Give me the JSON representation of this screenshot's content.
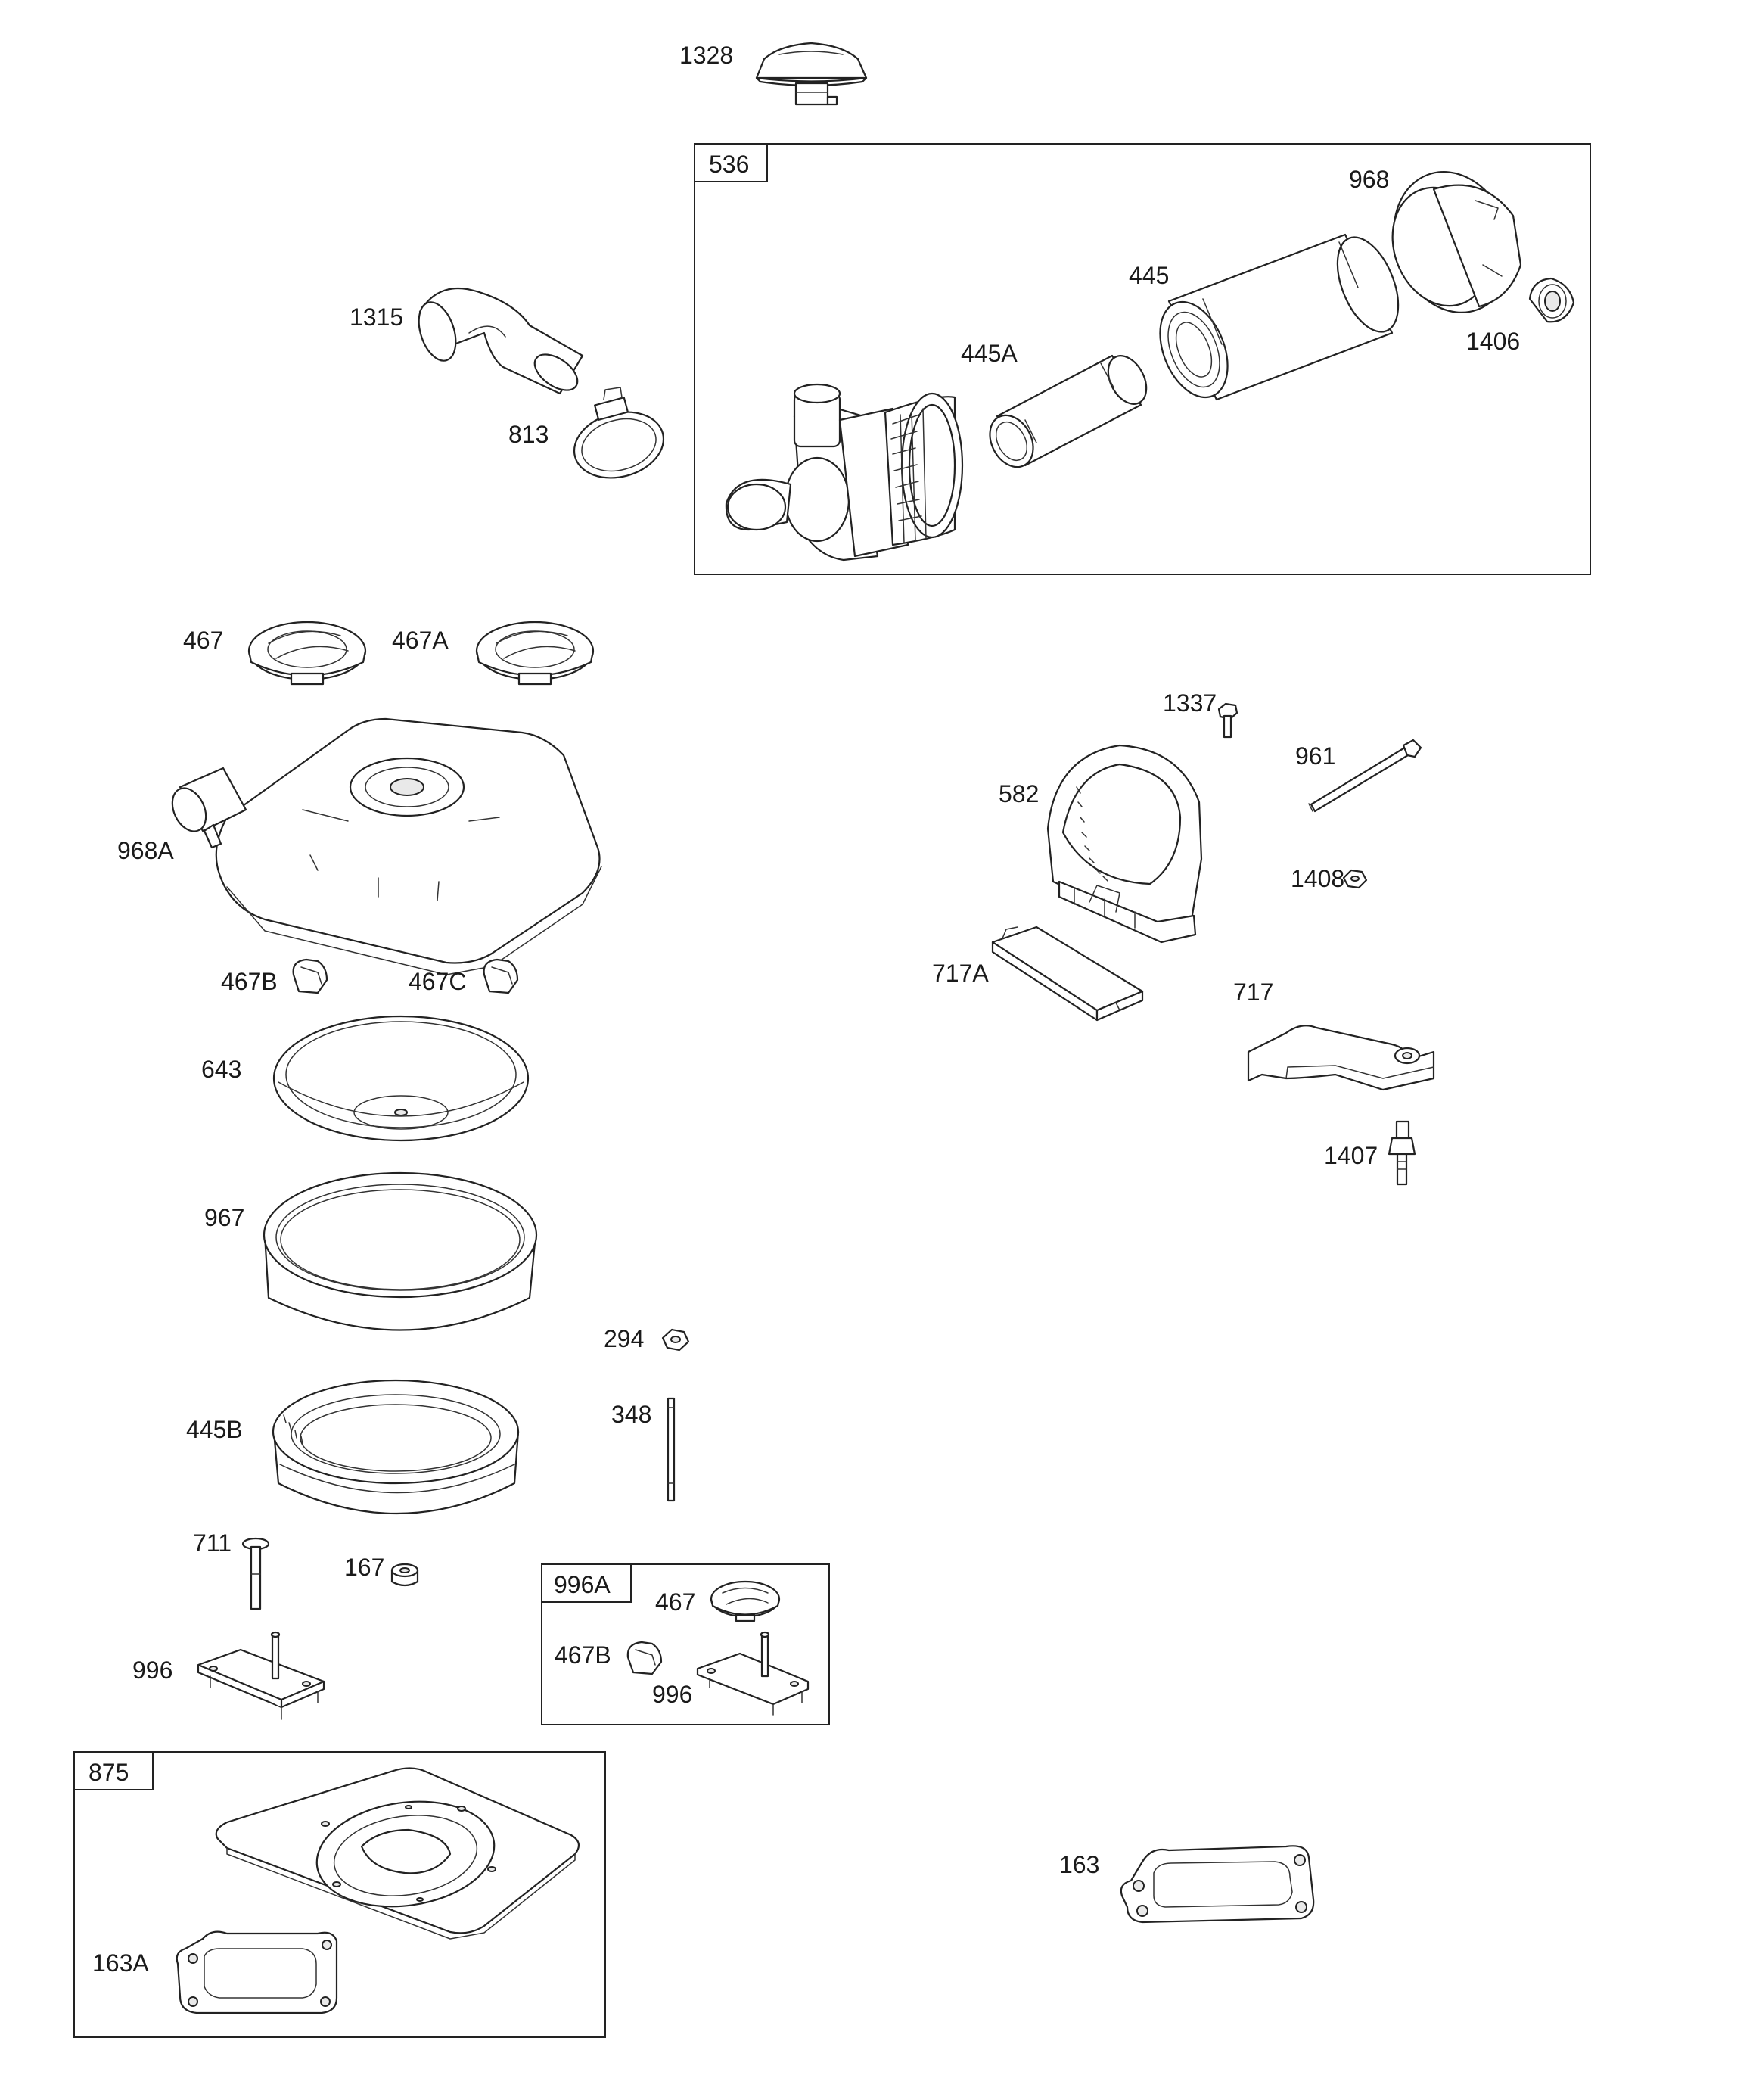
{
  "groups": {
    "g536": "536",
    "g996A": "996A",
    "g875": "875"
  },
  "labels": {
    "p1328": "1328",
    "p536_968": "968",
    "p445": "445",
    "p445A": "445A",
    "p1406": "1406",
    "p1315": "1315",
    "p813": "813",
    "p467": "467",
    "p467A": "467A",
    "p968A": "968A",
    "p467B": "467B",
    "p467C": "467C",
    "p643": "643",
    "p967": "967",
    "p445B": "445B",
    "p294": "294",
    "p348": "348",
    "p711": "711",
    "p167": "167",
    "p996": "996",
    "g996A_467": "467",
    "g996A_467B": "467B",
    "g996A_996": "996",
    "p163A": "163A",
    "p1337": "1337",
    "p961": "961",
    "p582": "582",
    "p1408": "1408",
    "p717A": "717A",
    "p717": "717",
    "p1407": "1407",
    "p163": "163"
  }
}
